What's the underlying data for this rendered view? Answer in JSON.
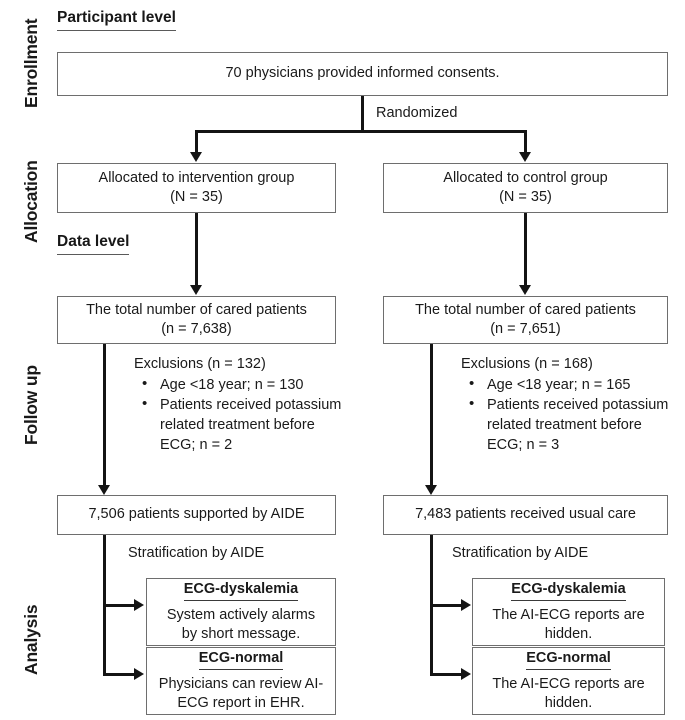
{
  "stages": [
    {
      "label": "Enrollment"
    },
    {
      "label": "Allocation"
    },
    {
      "label": "Follow up"
    },
    {
      "label": "Analysis"
    }
  ],
  "headers": {
    "participant_level": "Participant level",
    "data_level": "Data level"
  },
  "enrollment": {
    "box_text": "70 physicians provided informed consents.",
    "randomized_label": "Randomized"
  },
  "allocation": {
    "left": {
      "line1": "Allocated to intervention group",
      "line2": "(N =  35)"
    },
    "right": {
      "line1": "Allocated to control group",
      "line2": "(N =  35)"
    }
  },
  "followup": {
    "left": {
      "box_line1": "The total number of cared patients",
      "box_line2": "(n =  7,638)",
      "exclusions_head": "Exclusions (n = 132)",
      "exclusion_items": [
        "Age <18 year; n = 130",
        "Patients received potassium related treatment before ECG; n = 2"
      ]
    },
    "right": {
      "box_line1": "The total number of cared patients",
      "box_line2": "(n =  7,651)",
      "exclusions_head": "Exclusions (n = 168)",
      "exclusion_items": [
        "Age <18 year; n = 165",
        "Patients received potassium related treatment before ECG; n = 3"
      ]
    }
  },
  "analysis": {
    "left": {
      "summary_box": "7,506 patients supported by AIDE",
      "stratification_label": "Stratification by AIDE",
      "strata": [
        {
          "title": "ECG-dyskalemia",
          "line1": "System actively alarms",
          "line2": "by short message."
        },
        {
          "title": "ECG-normal",
          "line1": "Physicians can review AI-",
          "line2": "ECG report in EHR."
        }
      ]
    },
    "right": {
      "summary_box": "7,483 patients received usual care",
      "stratification_label": "Stratification by AIDE",
      "strata": [
        {
          "title": "ECG-dyskalemia",
          "line1": "The AI-ECG reports are",
          "line2": "hidden."
        },
        {
          "title": "ECG-normal",
          "line1": "The AI-ECG reports are",
          "line2": "hidden."
        }
      ]
    }
  },
  "colors": {
    "line": "#141414",
    "box_border": "#6e6e6e",
    "text": "#1a1a1a",
    "background": "#ffffff"
  }
}
